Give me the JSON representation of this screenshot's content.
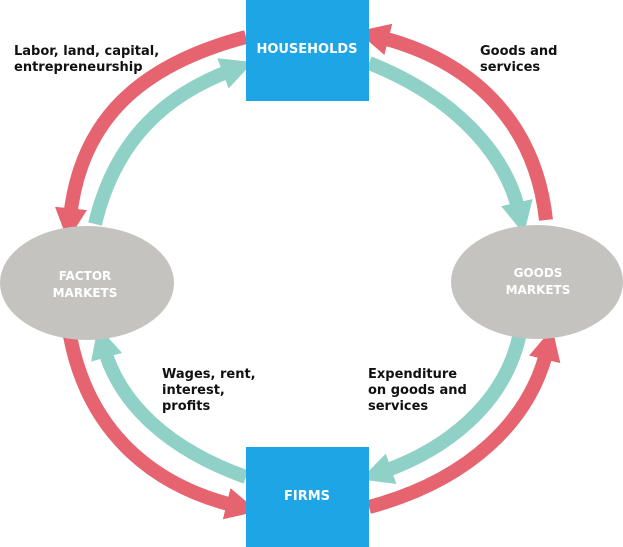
{
  "colors": {
    "node_box": "#1ea5e6",
    "market_oval": "#c4c3bf",
    "physical_flow": "#e66470",
    "money_flow": "#8fd1c6"
  },
  "nodes": {
    "households": "HOUSEHOLDS",
    "firms": "FIRMS",
    "factor_markets": [
      "FACTOR",
      "MARKETS"
    ],
    "goods_markets": [
      "GOODS",
      "MARKETS"
    ]
  },
  "flows": {
    "factors_of_production": "Labor, land, capital,\nentrepreneurship",
    "goods_and_services": "Goods  and\nservices",
    "income_payments": "Wages, rent,\ninterest,\nprofits",
    "expenditure": "Expenditure\non goods and\nservices"
  }
}
